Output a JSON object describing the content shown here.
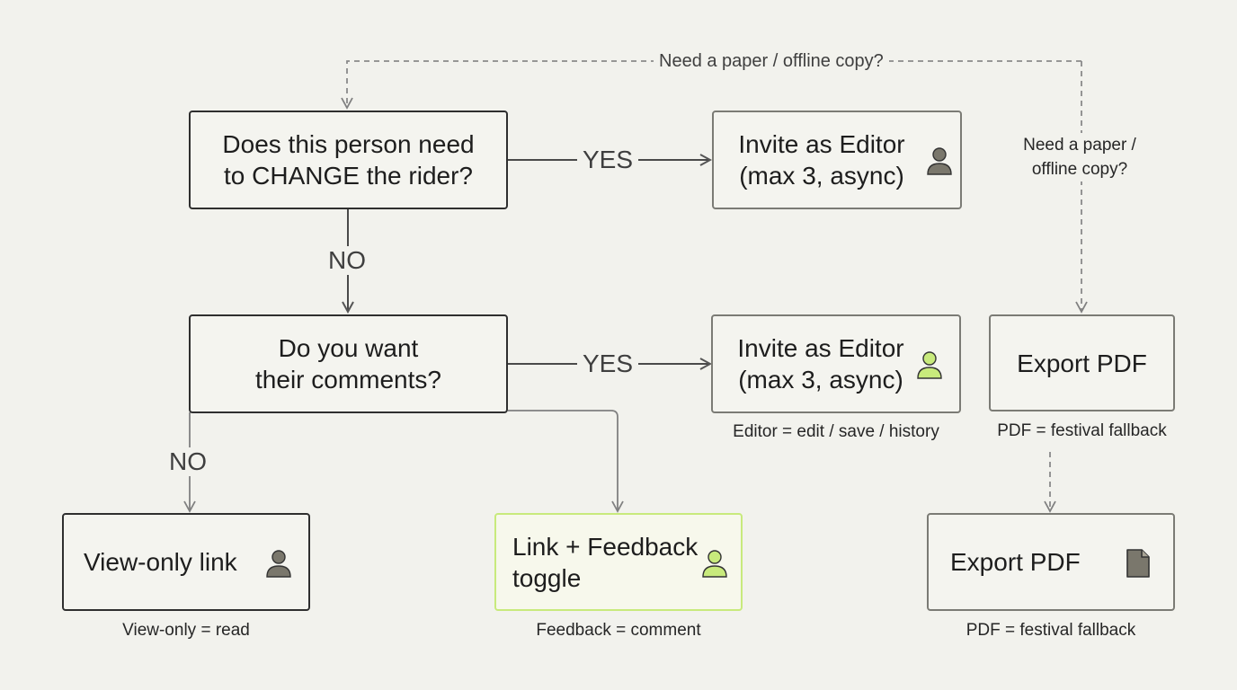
{
  "colors": {
    "background": "#f2f2ed",
    "line": "#707070",
    "box_border": "#2f2f2f",
    "highlight_border": "#c8ea7c",
    "icon_gray": "#7a776c",
    "icon_green": "#c8ea7c"
  },
  "nodes": {
    "q_change": "Does this person need\nto CHANGE the rider?",
    "q_comments": "Do you want\ntheir comments?",
    "editor_top": "Invite as Editor\n(max 3, async)",
    "editor_mid": "Invite as Editor\n(max 3, async)",
    "view_only": "View-only link",
    "feedback": "Link + Feedback\ntoggle",
    "pdf_upper": "Export PDF",
    "pdf_lower": "Export PDF"
  },
  "edge_labels": {
    "yes_top": "YES",
    "yes_mid": "YES",
    "no_top": "NO",
    "no_bottom": "NO",
    "offline_top": "Need a paper / offline copy?",
    "offline_side": "Need a paper /\noffline copy?"
  },
  "captions": {
    "editor": "Editor = edit / save / history",
    "pdf_upper": "PDF = festival fallback",
    "view_only": "View-only = read",
    "feedback": "Feedback = comment",
    "pdf_lower": "PDF = festival fallback"
  },
  "icons": {
    "editor_top": "person-icon",
    "editor_mid": "person-icon",
    "view_only": "person-icon",
    "feedback": "person-icon",
    "pdf_lower": "document-icon"
  }
}
